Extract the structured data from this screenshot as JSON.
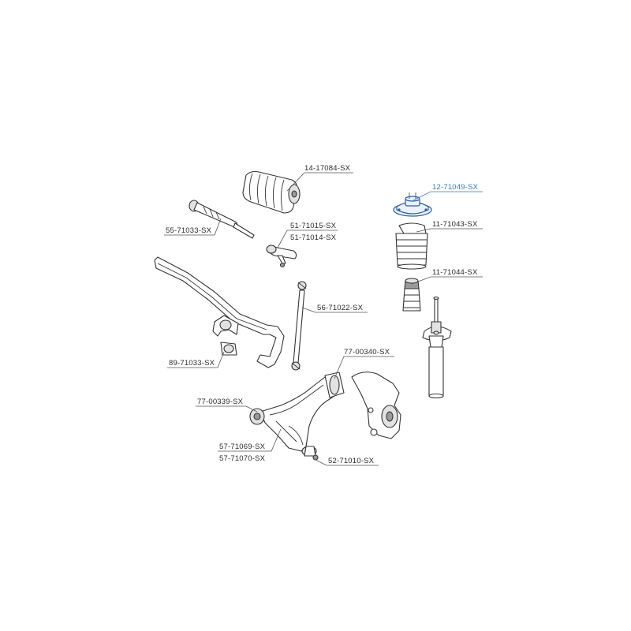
{
  "parts": [
    {
      "id": "p1",
      "number": "14-17084-SX",
      "highlighted": false
    },
    {
      "id": "p2",
      "number": "12-71049-SX",
      "highlighted": true
    },
    {
      "id": "p3",
      "number": "55-71033-SX",
      "highlighted": false
    },
    {
      "id": "p4",
      "number": "51-71015-SX",
      "highlighted": false
    },
    {
      "id": "p5",
      "number": "51-71014-SX",
      "highlighted": false
    },
    {
      "id": "p6",
      "number": "11-71043-SX",
      "highlighted": false
    },
    {
      "id": "p7",
      "number": "11-71044-SX",
      "highlighted": false
    },
    {
      "id": "p8",
      "number": "56-71022-SX",
      "highlighted": false
    },
    {
      "id": "p9",
      "number": "89-71033-SX",
      "highlighted": false
    },
    {
      "id": "p10",
      "number": "77-00340-SX",
      "highlighted": false
    },
    {
      "id": "p11",
      "number": "77-00339-SX",
      "highlighted": false
    },
    {
      "id": "p12",
      "number": "57-71069-SX",
      "highlighted": false
    },
    {
      "id": "p13",
      "number": "57-71070-SX",
      "highlighted": false
    },
    {
      "id": "p14",
      "number": "52-71010-SX",
      "highlighted": false
    }
  ],
  "colors": {
    "highlight": "#3f77b8",
    "line": "#333333",
    "label": "#2b2b2b"
  }
}
